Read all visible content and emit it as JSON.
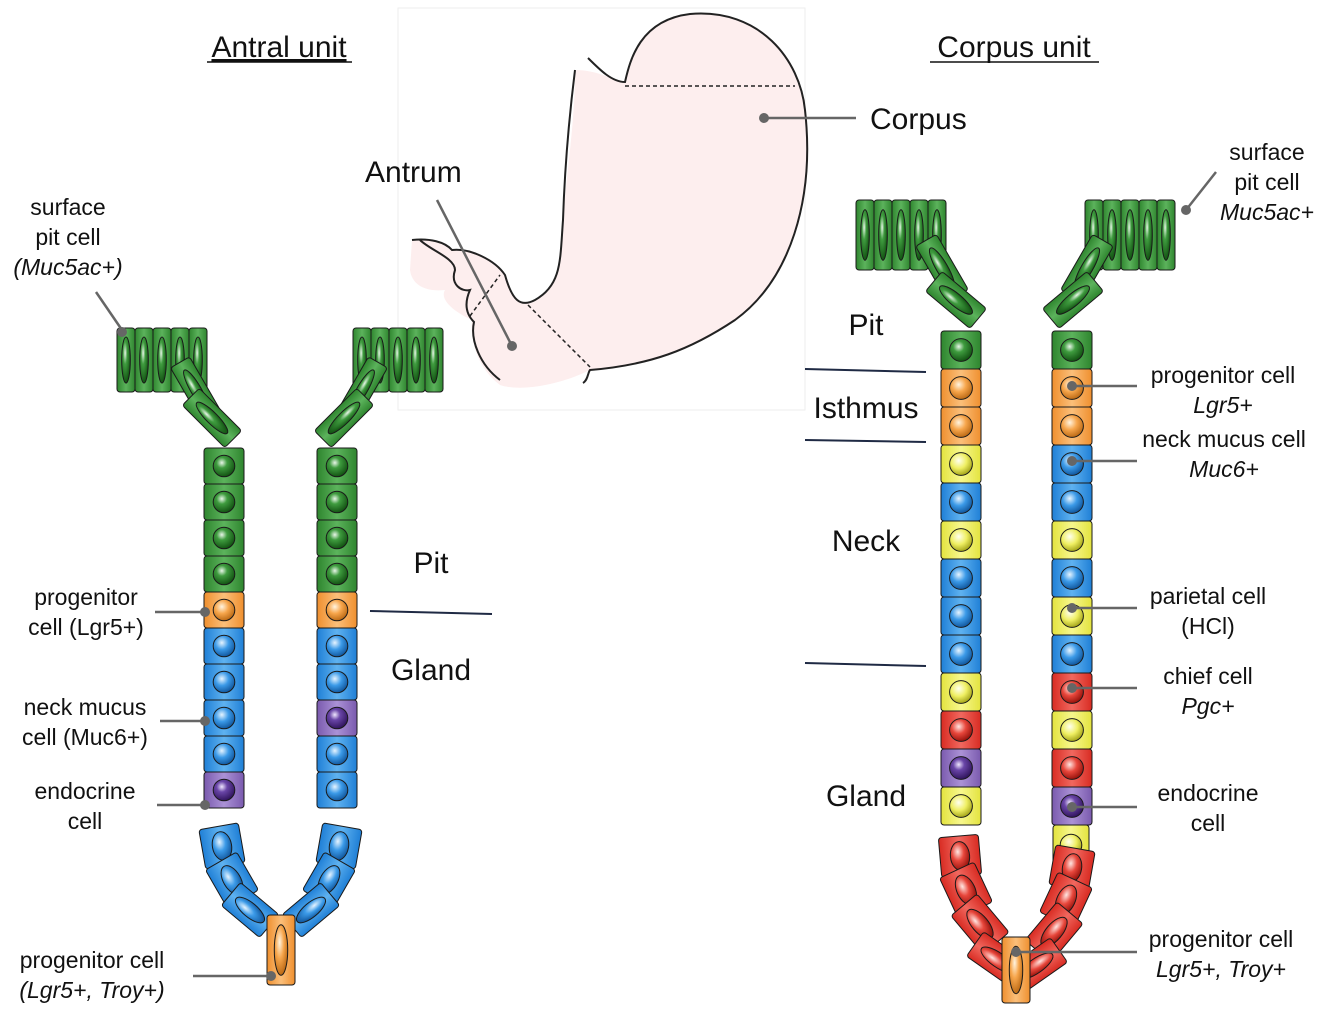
{
  "titles": {
    "antral": "Antral unit",
    "corpus": "Corpus unit"
  },
  "stomach": {
    "corpus": "Corpus",
    "antrum": "Antrum"
  },
  "antral": {
    "zones": {
      "pit": "Pit",
      "gland": "Gland"
    },
    "surface": [
      "surface",
      "pit cell",
      "(Muc5ac+)"
    ],
    "progenitor": [
      "progenitor",
      "cell (Lgr5+)"
    ],
    "neck": [
      "neck mucus",
      "cell (Muc6+)"
    ],
    "endocrine": [
      "endocrine",
      "cell"
    ],
    "base": [
      "progenitor cell",
      "(Lgr5+, Troy+)"
    ]
  },
  "corpus": {
    "zones": {
      "pit": "Pit",
      "isthmus": "Isthmus",
      "neck": "Neck",
      "gland": "Gland"
    },
    "surface": [
      "surface",
      "pit cell",
      "Muc5ac+"
    ],
    "progenitor": [
      "progenitor cell",
      "Lgr5+"
    ],
    "neck": [
      "neck mucus cell",
      "Muc6+"
    ],
    "parietal": [
      "parietal cell",
      "(HCl)"
    ],
    "chief": [
      "chief cell",
      "Pgc+"
    ],
    "endocrine": [
      "endocrine",
      "cell"
    ],
    "base": [
      "progenitor cell",
      "Lgr5+, Troy+"
    ]
  },
  "colors": {
    "green": "#3d9a3d",
    "green_dark": "#1f5d1f",
    "orange": "#f6a24c",
    "blue": "#2f8fe0",
    "purple": "#8a6bbd",
    "yellow": "#ecec5a",
    "red": "#e23b33",
    "stomach_fill": "#fdeeee"
  }
}
